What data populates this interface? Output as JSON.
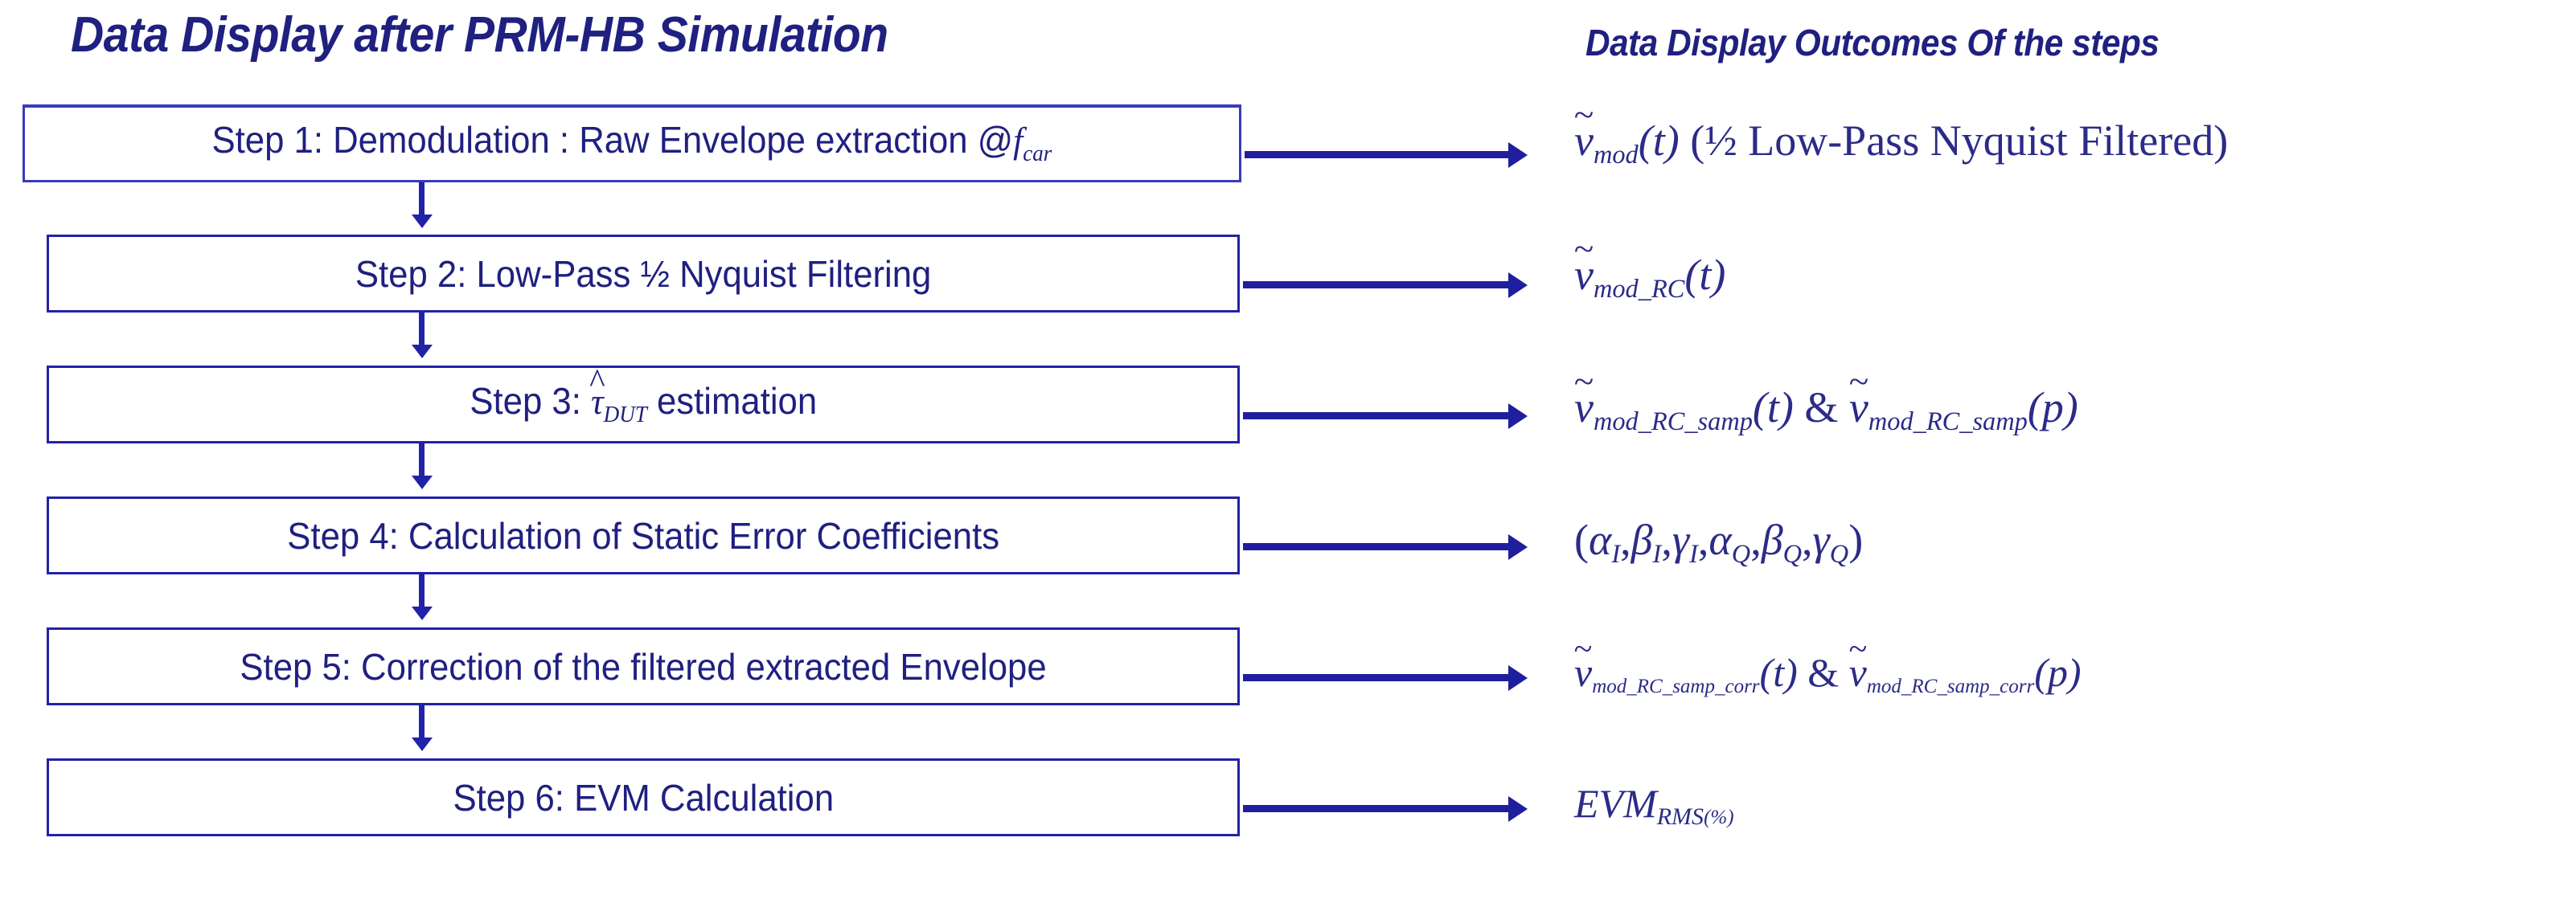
{
  "titles": {
    "left": "Data Display  after PRM-HB Simulation",
    "right": "Data Display Outcomes Of the steps"
  },
  "colors": {
    "text": "#1f2080",
    "box_border": "#2222a8",
    "arrow": "#1f1f9e",
    "outcome_text": "#2b2b88",
    "background": "#ffffff"
  },
  "steps": [
    {
      "id": "step-1",
      "label_plain": "Step 1: Demodulation : Raw Envelope extraction @f_car",
      "label_prefix": "Step 1: Demodulation : Raw Envelope extraction @",
      "label_math_base": "f",
      "label_math_sub": "car",
      "outcome_plain": "ṽ_mod(t) (½ Low-Pass Nyquist Filtered)",
      "outcome_parts": {
        "base": "v",
        "sub": "mod",
        "arg": "(t)",
        "note": "(½ Low-Pass Nyquist Filtered)"
      }
    },
    {
      "id": "step-2",
      "label_plain": "Step 2: Low-Pass ½  Nyquist Filtering",
      "outcome_plain": "ṽ_mod_RC(t)",
      "outcome_parts": {
        "base": "v",
        "sub": "mod_RC",
        "arg": "(t)"
      }
    },
    {
      "id": "step-3",
      "label_plain": "Step 3: τ̂_DUT estimation",
      "label_prefix": "Step 3: ",
      "label_math_base": "τ",
      "label_math_sub": "DUT",
      "label_suffix": " estimation",
      "outcome_plain": "ṽ_mod_RC_samp(t) & ṽ_mod_RC_samp(p)",
      "outcome_parts": {
        "base": "v",
        "sub": "mod_RC_samp",
        "arg": "(t)",
        "conj": "&",
        "base2": "v",
        "sub2": "mod_RC_samp",
        "arg2": "(p)"
      }
    },
    {
      "id": "step-4",
      "label_plain": "Step 4: Calculation of Static Error Coefficients",
      "outcome_plain": "(α_I, β_I, γ_I, α_Q, β_Q, γ_Q)",
      "outcome_parts": {
        "items": [
          {
            "sym": "α",
            "sub": "I"
          },
          {
            "sym": "β",
            "sub": "I"
          },
          {
            "sym": "γ",
            "sub": "I"
          },
          {
            "sym": "α",
            "sub": "Q"
          },
          {
            "sym": "β",
            "sub": "Q"
          },
          {
            "sym": "γ",
            "sub": "Q"
          }
        ]
      }
    },
    {
      "id": "step-5",
      "label_plain": "Step 5: Correction of the filtered extracted Envelope",
      "outcome_plain": "ṽ_mod_RC_samp_corr(t) & ṽ_mod_RC_samp_corr(p)",
      "outcome_parts": {
        "base": "v",
        "sub": "mod_RC_samp_corr",
        "arg": "(t)",
        "conj": "&",
        "base2": "v",
        "sub2": "mod_RC_samp_corr",
        "arg2": "(p)"
      }
    },
    {
      "id": "step-6",
      "label_plain": "Step 6: EVM Calculation",
      "outcome_plain": "EVM_RMS (%)",
      "outcome_parts": {
        "base": "EVM",
        "sub": "RMS",
        "note": "(%)"
      }
    }
  ],
  "symbols": {
    "half": "½",
    "ampersand": "&",
    "at": "@",
    "percent": "(%)",
    "tilde": "~",
    "hat": "^"
  }
}
